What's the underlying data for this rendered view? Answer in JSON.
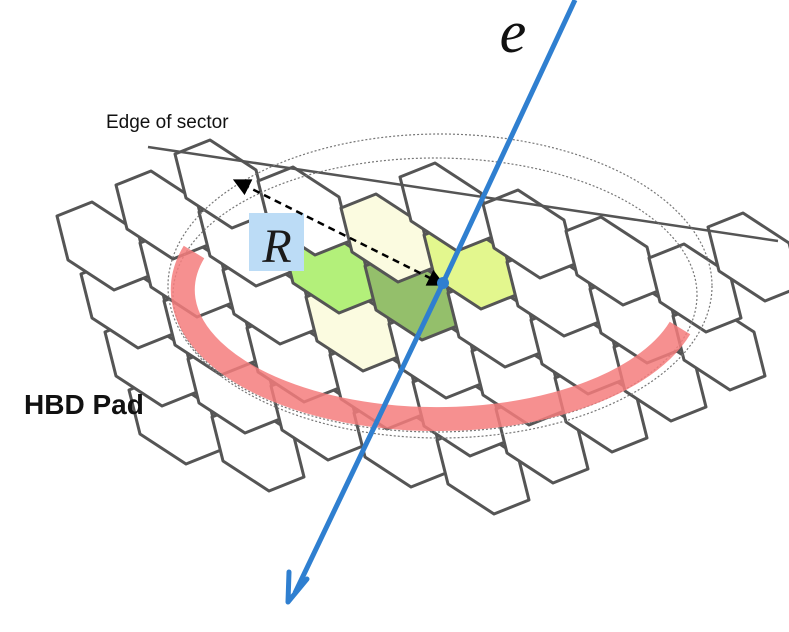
{
  "labels": {
    "particle": "e",
    "radius": "R",
    "edge": "Edge of sector",
    "pad": "HBD Pad"
  },
  "colors": {
    "hex_stroke": "#555555",
    "hex_fill": "#ffffff",
    "center_cell": "#94bf6b",
    "bright_cell": "#b3f07a",
    "light_cell": "#e3f78e",
    "pale_cell": "#fbfbe0",
    "ring": "#f47c7c",
    "track": "#2f7fd0",
    "radius_box": "#bcdcf6"
  }
}
